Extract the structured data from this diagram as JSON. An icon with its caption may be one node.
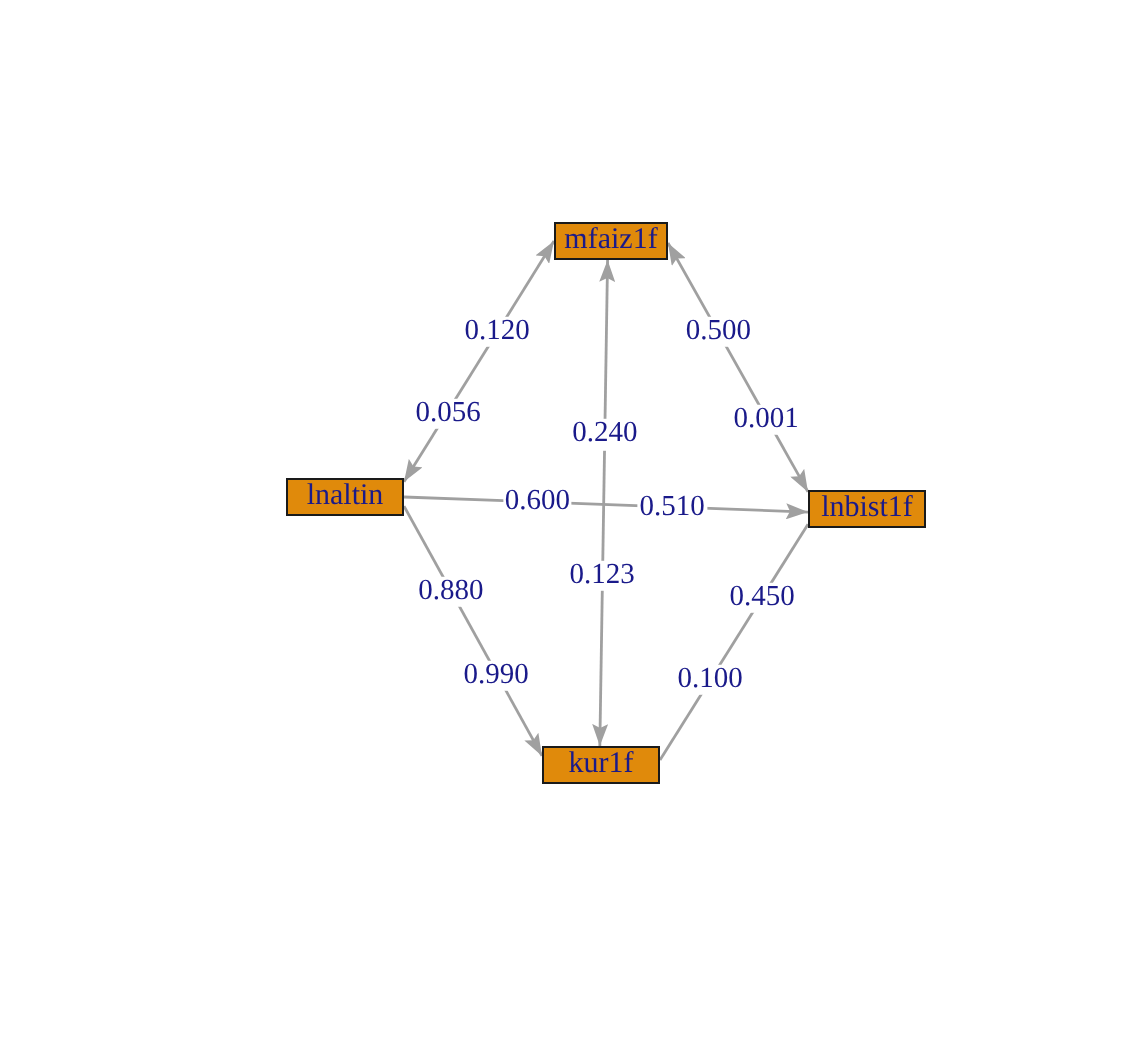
{
  "diagram": {
    "nodes": [
      {
        "text": [
          "mfaiz1f"
        ]
      },
      {
        "text": [
          "lnaltin"
        ]
      },
      {
        "text": [
          "lnbist1f"
        ]
      },
      {
        "text": [
          "kur1f"
        ]
      }
    ],
    "edges": [
      {
        "from": 1,
        "to": 0,
        "arrow": "both",
        "label": "0.120"
      },
      {
        "from": 0,
        "to": 2,
        "arrow": "both",
        "label": "0.500"
      },
      {
        "from": 1,
        "to": 2,
        "arrow": "to",
        "label": "0.600"
      },
      {
        "from": 3,
        "to": 0,
        "arrow": "both",
        "label": "0.240"
      },
      {
        "from": 1,
        "to": 3,
        "arrow": "to",
        "label": "0.880"
      },
      {
        "from": 3,
        "to": 2,
        "arrow": "none",
        "label": "0.450"
      }
    ],
    "labels": [
      "0.056",
      "0.001",
      "0.510",
      "0.123",
      "0.990",
      "0.100"
    ]
  }
}
